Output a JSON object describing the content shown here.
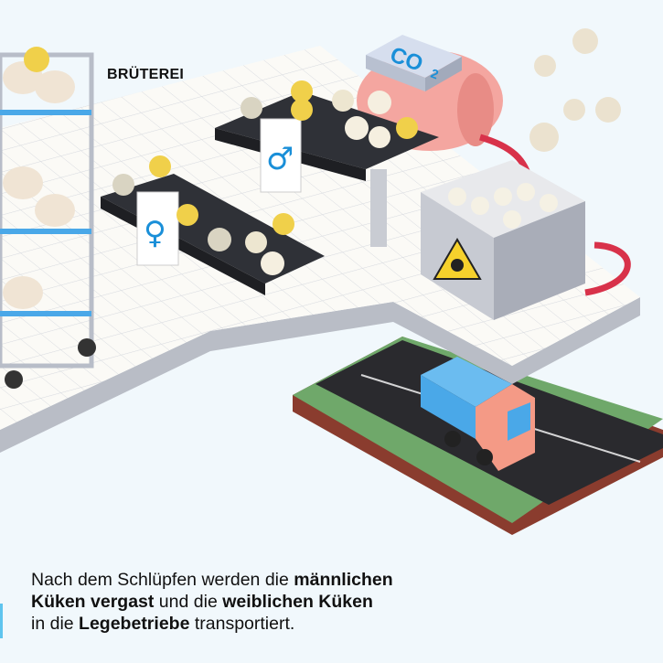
{
  "header": {
    "title": "BRÜTEREI"
  },
  "labels": {
    "co2_main": "CO",
    "co2_sub": "2",
    "female_sign": "♀",
    "male_sign": "♂"
  },
  "caption": {
    "line1_regular": "Nach dem Schlüpfen werden die ",
    "line1_bold": "männlichen",
    "line2_bold1": "Küken vergast",
    "line2_regular": " und die ",
    "line2_bold2": "weiblichen Küken",
    "line3_regular1": "in die ",
    "line3_bold": "Legebetriebe",
    "line3_regular2": " transportiert."
  },
  "colors": {
    "background": "#f1f8fc",
    "accent": "#5fc4ee",
    "sign_blue": "#1a8fd8",
    "tank": "#f4a6a0",
    "pipe": "#d8324a",
    "truck_cab": "#f49a86",
    "truck_box": "#4aa8e8"
  }
}
